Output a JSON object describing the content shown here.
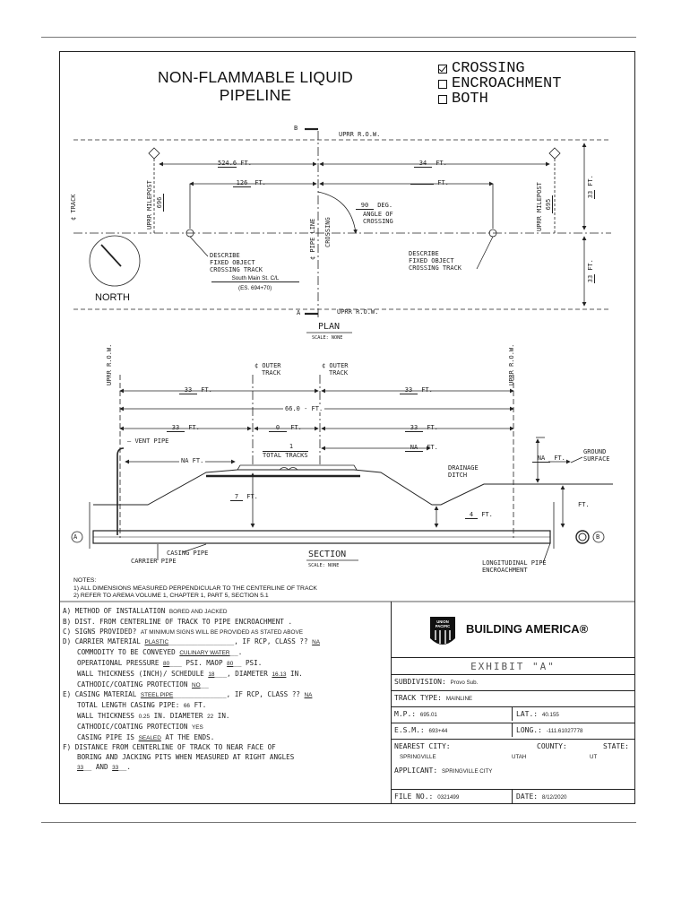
{
  "title": {
    "line1": "NON-FLAMMABLE LIQUID",
    "line2": "PIPELINE"
  },
  "checkboxes": [
    {
      "label": "CROSSING",
      "checked": true
    },
    {
      "label": "ENCROACHMENT",
      "checked": false
    },
    {
      "label": "BOTH",
      "checked": false
    }
  ],
  "plan": {
    "row_top": "UPRR R.O.W.",
    "row_bottom": "UPRR R.O.W.",
    "b_mark": "B",
    "a_mark": "A",
    "dim1_val": "524.6",
    "dim1_unit": "FT.",
    "dim2_val": "34",
    "dim2_unit": "FT.",
    "dim3_val": "126",
    "dim3_unit": "FT.",
    "dim4_unit": "FT.",
    "milepost_left_label": "UPRR MILEPOST",
    "milepost_left_val": "696",
    "milepost_right_label": "UPRR MILEPOST",
    "milepost_right_val": "695",
    "track_label": "¢ TRACK",
    "pipe_line_label": "¢ PIPE LINE",
    "crossing_label": "CROSSING",
    "angle_val": "90",
    "angle_unit": "DEG.",
    "angle_text1": "ANGLE OF",
    "angle_text2": "CROSSING",
    "describe_left": [
      "DESCRIBE",
      "FIXED OBJECT",
      "CROSSING TRACK"
    ],
    "describe_left_val": "South Main St. C/L",
    "describe_left_es": "(ES. 694+70)",
    "describe_right": [
      "DESCRIBE",
      "FIXED OBJECT",
      "CROSSING TRACK"
    ],
    "right_dim_top_val": "33",
    "right_dim_top_unit": "FT.",
    "right_dim_bot_val": "33",
    "right_dim_bot_unit": "FT.",
    "north": "NORTH",
    "plan_title": "PLAN",
    "plan_scale": "SCALE:   NONE"
  },
  "section": {
    "row_left": "UPRR R.O.W.",
    "row_right": "UPRR R.O.W.",
    "outer_track_left": [
      "¢ OUTER",
      "TRACK"
    ],
    "outer_track_right": [
      "¢ OUTER",
      "TRACK"
    ],
    "dim_left_val": "33",
    "dim_left_unit": "FT.",
    "dim_right_val": "33",
    "dim_right_unit": "FT.",
    "total_val": "66.0",
    "total_unit": "FT.",
    "d33a_val": "33",
    "d33a_unit": "FT.",
    "d0_val": "0",
    "d0_unit": "FT.",
    "d33b_val": "33",
    "d33b_unit": "FT.",
    "tracks_val": "1",
    "tracks_label": "TOTAL TRACKS",
    "na1_val": "NA",
    "na1_unit": "FT.",
    "na2_val": "NA",
    "na2_unit": "FT.",
    "na3_val": "NA",
    "na3_unit": "FT.",
    "vent_pipe": "VENT PIPE",
    "ground_surface": [
      "GROUND",
      "SURFACE"
    ],
    "drainage_ditch": [
      "DRAINAGE",
      "DITCH"
    ],
    "depth1_val": "7",
    "depth1_unit": "FT.",
    "depth2_val": "4",
    "depth2_unit": "FT.",
    "depth3_unit": "FT.",
    "a_mark": "A",
    "b_mark": "B",
    "casing_pipe": "CASING PIPE",
    "carrier_pipe": "CARRIER PIPE",
    "longitudinal": [
      "LONGITUDINAL PIPE",
      "ENCROACHMENT"
    ],
    "section_title": "SECTION",
    "section_scale": "SCALE:   NONE"
  },
  "notes": {
    "header": "NOTES:",
    "lines": [
      "1) ALL DIMENSIONS MEASURED PERPENDICULAR TO THE CENTERLINE OF TRACK",
      "2) REFER TO AREMA VOLUME 1, CHAPTER 1, PART 5, SECTION 5.1"
    ]
  },
  "spec": {
    "a_label": "A) METHOD OF INSTALLATION",
    "a_val": "BORED AND JACKED",
    "b_label": "B) DIST. FROM CENTERLINE OF TRACK TO PIPE ENCROACHMENT",
    "b_val": ".",
    "c_label": "C) SIGNS PROVIDED?",
    "c_val": "AT MINIMUM SIGNS WILL BE PROVIDED AS STATED ABOVE",
    "d_label": "D) CARRIER MATERIAL",
    "d_val": "PLASTIC",
    "d_rcp": ", IF RCP, CLASS ??",
    "d_rcp_val": "NA",
    "commodity_label": "COMMODITY TO BE CONVEYED",
    "commodity_val": "CULINARY WATER",
    "op_label": "OPERATIONAL PRESSURE",
    "op_val": "80",
    "op_unit": "PSI. MAOP",
    "maop_val": "80",
    "maop_unit": "PSI.",
    "wall_label": "WALL THICKNESS (INCH)/ SCHEDULE",
    "wall_val": "18",
    "dia_label": ", DIAMETER",
    "dia_val": "16.13",
    "dia_unit": "IN.",
    "cathodic_label": "CATHODIC/COATING PROTECTION",
    "cathodic_val": "NO",
    "e_label": "E) CASING MATERIAL",
    "e_val": "STEEL PIPE",
    "e_rcp": ", IF RCP, CLASS ??",
    "e_rcp_val": "NA",
    "tlen_label": "TOTAL LENGTH CASING PIPE:",
    "tlen_val": "66",
    "tlen_unit": "FT.",
    "cwall_label": "WALL THICKNESS",
    "cwall_val": "0.25",
    "cdia_label": "IN. DIAMETER",
    "cdia_val": "22",
    "cdia_unit": "IN.",
    "ccath_label": "CATHODIC/COATING PROTECTION",
    "ccath_val": "YES",
    "sealed_label": "CASING PIPE IS",
    "sealed_val": "SEALED",
    "sealed_tail": "AT THE ENDS.",
    "f_label": "F) DISTANCE FROM CENTERLINE OF TRACK TO NEAR FACE OF",
    "f_line2": "BORING AND JACKING PITS WHEN MEASURED AT RIGHT ANGLES",
    "f_val1": "33",
    "f_and": "AND",
    "f_val2": "33",
    "f_tail": "."
  },
  "panel": {
    "logo_line1": "UNION",
    "logo_line2": "PACIFIC",
    "brand": "BUILDING AMERICA®",
    "exhibit": "EXHIBIT \"A\"",
    "subdivision_label": "SUBDIVISION:",
    "subdivision_val": "Provo Sub.",
    "track_type_label": "TRACK TYPE:",
    "track_type_val": "MAINLINE",
    "mp_label": "M.P.:",
    "mp_val": "695.01",
    "lat_label": "LAT.:",
    "lat_val": "40.155",
    "esm_label": "E.S.M.:",
    "esm_val": "693+44",
    "long_label": "LONG.:",
    "long_val": "-111.61027778",
    "city_label": "NEAREST CITY:",
    "city_val": "SPRINGVILLE",
    "county_label": "COUNTY:",
    "county_val": "UTAH",
    "state_label": "STATE:",
    "state_val": "UT",
    "applicant_label": "APPLICANT:",
    "applicant_val": "SPRINGVILLE CITY",
    "file_label": "FILE NO.:",
    "file_val": "0321499",
    "date_label": "DATE:",
    "date_val": "8/12/2020"
  }
}
